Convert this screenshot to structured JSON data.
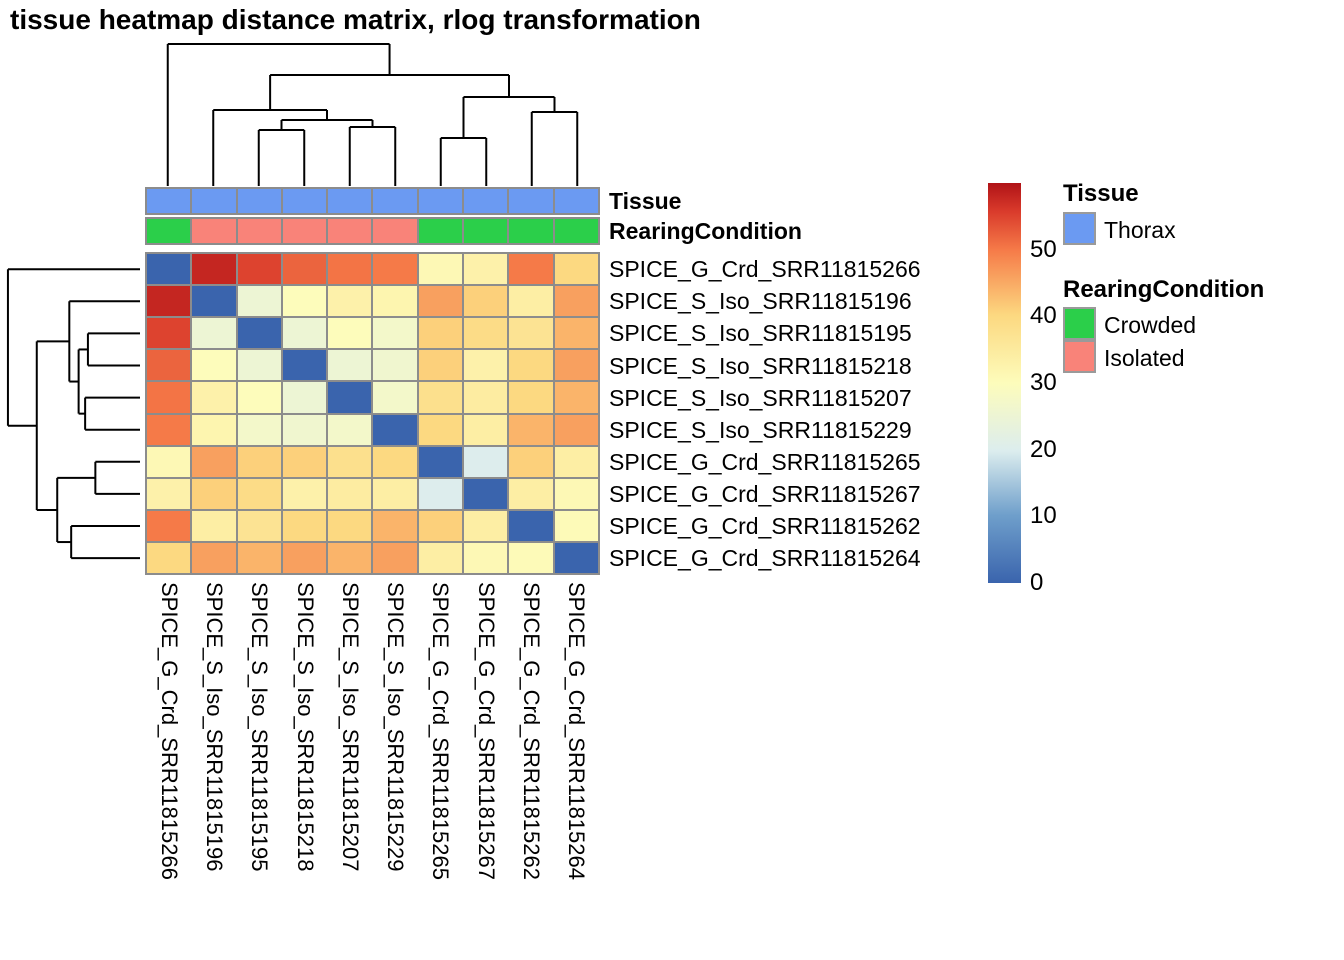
{
  "title": "tissue heatmap distance matrix, rlog transformation",
  "annotations": {
    "tissue_label": "Tissue",
    "rearing_label": "RearingCondition",
    "tissue_values": [
      "Thorax",
      "Thorax",
      "Thorax",
      "Thorax",
      "Thorax",
      "Thorax",
      "Thorax",
      "Thorax",
      "Thorax",
      "Thorax"
    ],
    "rearing_values": [
      "Crowded",
      "Isolated",
      "Isolated",
      "Isolated",
      "Isolated",
      "Isolated",
      "Crowded",
      "Crowded",
      "Crowded",
      "Crowded"
    ],
    "colors": {
      "Thorax": "#6b9af2",
      "Crowded": "#2bcf4a",
      "Isolated": "#f98379"
    }
  },
  "legend": {
    "tissue_header": "Tissue",
    "tissue_items": [
      {
        "label": "Thorax",
        "color": "#6b9af2"
      }
    ],
    "rearing_header": "RearingCondition",
    "rearing_items": [
      {
        "label": "Crowded",
        "color": "#2bcf4a"
      },
      {
        "label": "Isolated",
        "color": "#f98379"
      }
    ]
  },
  "chart_data": {
    "type": "heatmap",
    "title": "tissue heatmap distance matrix, rlog transformation",
    "value_name": "rlog distance",
    "rows": [
      "SPICE_G_Crd_SRR11815266",
      "SPICE_S_Iso_SRR11815196",
      "SPICE_S_Iso_SRR11815195",
      "SPICE_S_Iso_SRR11815218",
      "SPICE_S_Iso_SRR11815207",
      "SPICE_S_Iso_SRR11815229",
      "SPICE_G_Crd_SRR11815265",
      "SPICE_G_Crd_SRR11815267",
      "SPICE_G_Crd_SRR11815262",
      "SPICE_G_Crd_SRR11815264"
    ],
    "cols": [
      "SPICE_G_Crd_SRR11815266",
      "SPICE_S_Iso_SRR11815196",
      "SPICE_S_Iso_SRR11815195",
      "SPICE_S_Iso_SRR11815218",
      "SPICE_S_Iso_SRR11815207",
      "SPICE_S_Iso_SRR11815229",
      "SPICE_G_Crd_SRR11815265",
      "SPICE_G_Crd_SRR11815267",
      "SPICE_G_Crd_SRR11815262",
      "SPICE_G_Crd_SRR11815264"
    ],
    "matrix": [
      [
        0,
        58,
        55,
        52,
        50.5,
        50,
        31,
        33,
        50,
        40
      ],
      [
        58,
        0,
        25,
        30,
        33,
        32,
        46,
        41,
        34,
        46
      ],
      [
        55,
        25,
        0,
        25,
        30,
        27,
        41,
        39,
        37,
        44
      ],
      [
        52,
        30,
        25,
        0,
        25,
        26,
        41,
        33,
        40,
        46
      ],
      [
        50.5,
        33,
        30,
        25,
        0,
        27,
        38,
        34.5,
        40,
        44
      ],
      [
        50,
        32,
        27,
        26,
        27,
        0,
        40,
        34,
        44,
        46
      ],
      [
        31,
        46,
        41,
        41,
        38,
        40,
        0,
        20,
        41,
        34
      ],
      [
        33,
        41,
        39,
        33,
        34.5,
        34,
        20,
        0,
        34,
        31
      ],
      [
        50,
        34,
        37,
        40,
        40,
        44,
        41,
        34,
        0,
        30.5
      ],
      [
        40,
        46,
        44,
        46,
        44,
        46,
        34,
        31,
        30.5,
        0
      ]
    ],
    "scale": {
      "min": 0,
      "max": 60,
      "ticks": [
        0,
        10,
        20,
        30,
        40,
        50
      ]
    },
    "colormap_stops": [
      [
        0.0,
        "#3a64ad"
      ],
      [
        0.17,
        "#6f9fcb"
      ],
      [
        0.33,
        "#dcedee"
      ],
      [
        0.5,
        "#fdfcbb"
      ],
      [
        0.67,
        "#fcd880"
      ],
      [
        0.83,
        "#f67c49"
      ],
      [
        0.93,
        "#d93a2b"
      ],
      [
        1.0,
        "#b01317"
      ]
    ],
    "grid": true,
    "legend_position": "right",
    "dendrogram": {
      "h": 142,
      "children": [
        {
          "leaf": 0
        },
        {
          "h": 111,
          "children": [
            {
              "h": 76,
              "children": [
                {
                  "leaf": 1
                },
                {
                  "h": 66,
                  "children": [
                    {
                      "h": 56,
                      "children": [
                        {
                          "leaf": 2
                        },
                        {
                          "leaf": 3
                        }
                      ]
                    },
                    {
                      "h": 59,
                      "children": [
                        {
                          "leaf": 4
                        },
                        {
                          "leaf": 5
                        }
                      ]
                    }
                  ]
                }
              ]
            },
            {
              "h": 89,
              "children": [
                {
                  "h": 48,
                  "children": [
                    {
                      "leaf": 6
                    },
                    {
                      "leaf": 7
                    }
                  ]
                },
                {
                  "h": 74,
                  "children": [
                    {
                      "leaf": 8
                    },
                    {
                      "leaf": 9
                    }
                  ]
                }
              ]
            }
          ]
        }
      ]
    }
  }
}
